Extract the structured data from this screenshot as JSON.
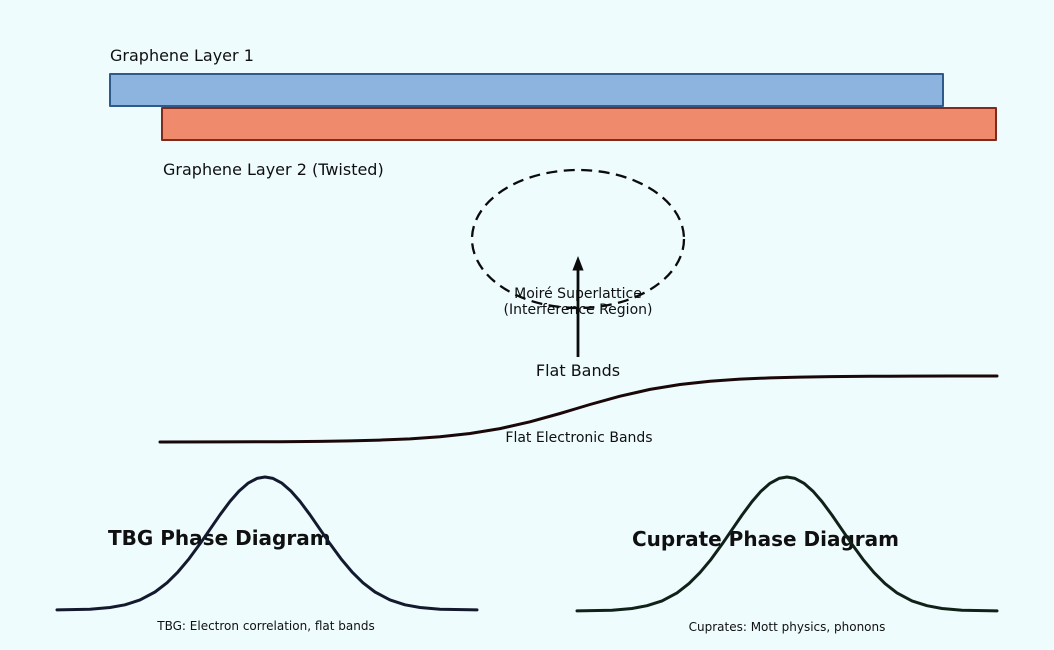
{
  "colors": {
    "background": "#eefcfe",
    "layer1_fill": "#8cb4de",
    "layer1_border": "#2f5a8c",
    "layer2_fill": "#f08a6c",
    "layer2_border": "#7e2a1d",
    "ink": "#0b0b0b",
    "flat_band_curve": "#1a0808",
    "tbg_curve": "#141a2e",
    "cuprate_curve": "#102218",
    "text": "#101010"
  },
  "diagram": {
    "layer1_label": "Graphene Layer 1",
    "layer2_label": "Graphene Layer 2 (Twisted)",
    "moire_label_line1": "Moiré Superlattice",
    "moire_label_line2": "(Interference Region)",
    "arrow_label": "Flat Bands",
    "band_curve_label": "Flat Electronic Bands",
    "tbg_panel": {
      "title": "TBG Phase Diagram",
      "caption": "TBG: Electron correlation, flat bands"
    },
    "cuprate_panel": {
      "title": "Cuprate Phase Diagram",
      "caption": "Cuprates: Mott physics, phonons"
    }
  }
}
